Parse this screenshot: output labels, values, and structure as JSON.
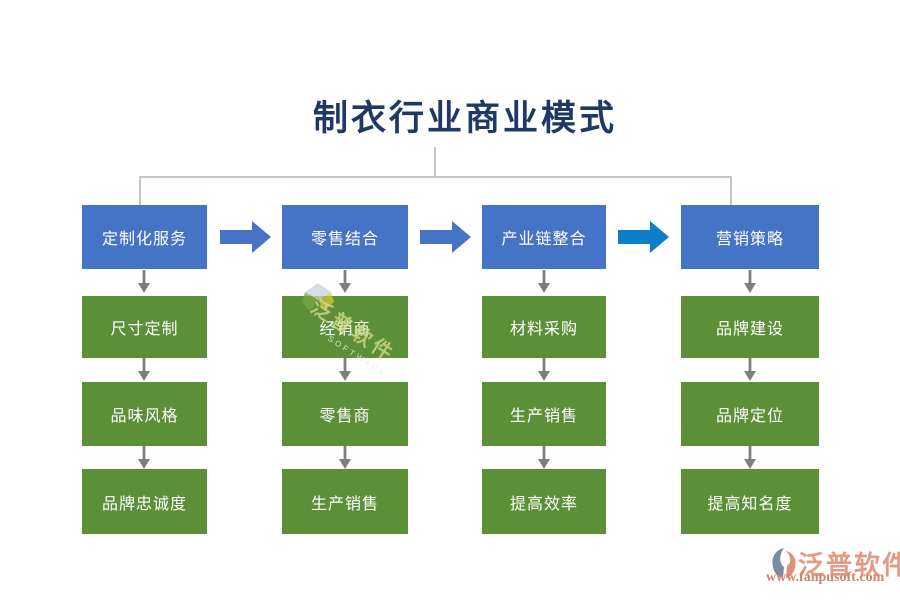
{
  "title": "制衣行业商业模式",
  "diagram": {
    "columns": [
      {
        "header": "定制化服务",
        "items": [
          "尺寸定制",
          "品味风格",
          "品牌忠诚度"
        ]
      },
      {
        "header": "零售结合",
        "items": [
          "经销商",
          "零售商",
          "生产销售"
        ]
      },
      {
        "header": "产业链整合",
        "items": [
          "材料采购",
          "生产销售",
          "提高效率"
        ]
      },
      {
        "header": "营销策略",
        "items": [
          "品牌建设",
          "品牌定位",
          "提高知名度"
        ]
      }
    ]
  },
  "colors": {
    "header_box": "#4574C6",
    "item_box": "#5B9038",
    "flow_arrow": "#4574C6",
    "flow_arrow_highlight": "#0D7EC9",
    "down_arrow": "#7F7F7F",
    "connector_line": "#C6C6C6",
    "title_text": "#1F3864",
    "watermark_brand": "#E49B85",
    "watermark_url": "#D4826C"
  },
  "watermark_center": {
    "brand": "泛普软件",
    "caption": "SOFTWARE"
  },
  "watermark_footer": {
    "brand": "泛普软件",
    "url": "www.fanpusoft.com"
  }
}
